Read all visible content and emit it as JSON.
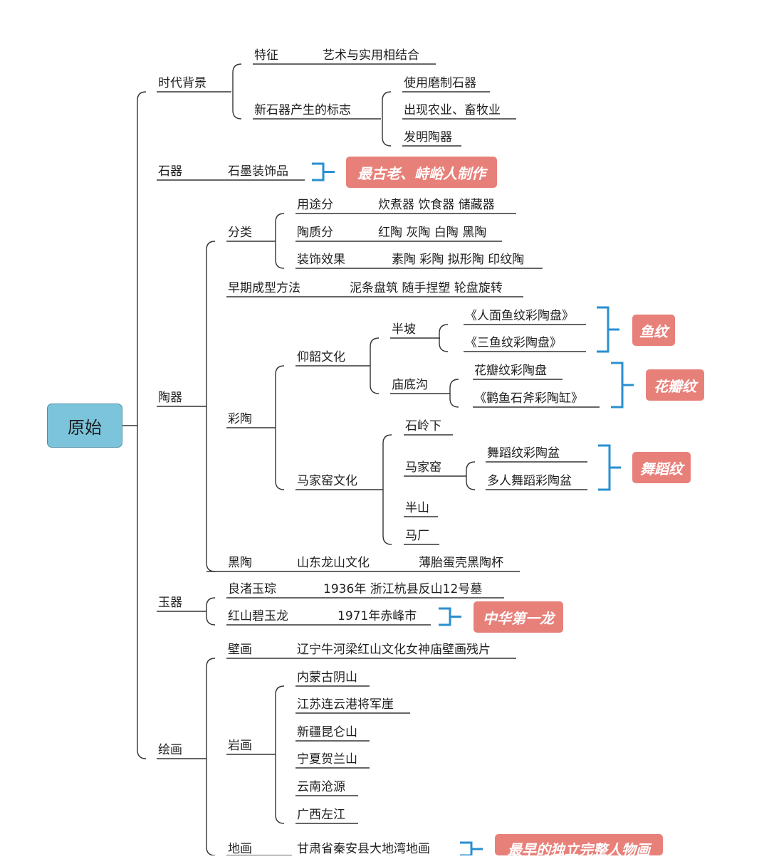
{
  "root": "原始",
  "nodes": {
    "era": "时代背景",
    "era_feature": "特征",
    "era_feature_value": "艺术与实用相结合",
    "era_neolithic": "新石器产生的标志",
    "era_n1": "使用磨制石器",
    "era_n2": "出现农业、畜牧业",
    "era_n3": "发明陶器",
    "stone": "石器",
    "stone_item": "石墨装饰品",
    "pottery": "陶器",
    "p_class": "分类",
    "p_use": "用途分",
    "p_use_v": "炊煮器 饮食器 储藏器",
    "p_material": "陶质分",
    "p_material_v": "红陶 灰陶 白陶 黑陶",
    "p_deco": "装饰效果",
    "p_deco_v": "素陶 彩陶 拟形陶 印纹陶",
    "p_early": "早期成型方法",
    "p_early_v": "泥条盘筑 随手捏塑 轮盘旋转",
    "p_painted": "彩陶",
    "yangshao": "仰韶文化",
    "banpo": "半坡",
    "banpo1": "《人面鱼纹彩陶盘》",
    "banpo2": "《三鱼纹彩陶盘》",
    "miaodigou": "庙底沟",
    "miao1": "花瓣纹彩陶盘",
    "miao2": "《鹳鱼石斧彩陶缸》",
    "majiayao_culture": "马家窑文化",
    "shilingxia": "石岭下",
    "majiayao": "马家窑",
    "mjy1": "舞蹈纹彩陶盆",
    "mjy2": "多人舞蹈彩陶盆",
    "banshan": "半山",
    "machang": "马厂",
    "p_black": "黑陶",
    "longshan": "山东龙山文化",
    "eggshell": "薄胎蛋壳黑陶杯",
    "jade": "玉器",
    "liangzhu": "良渚玉琮",
    "liangzhu_v": "1936年 浙江杭县反山12号墓",
    "hongshan": "红山碧玉龙",
    "hongshan_v": "1971年赤峰市",
    "painting": "绘画",
    "mural": "壁画",
    "mural_v": "辽宁牛河梁红山文化女神庙壁画残片",
    "rock": "岩画",
    "rock1": "内蒙古阴山",
    "rock2": "江苏连云港将军崖",
    "rock3": "新疆昆仑山",
    "rock4": "宁夏贺兰山",
    "rock5": "云南沧源",
    "rock6": "广西左江",
    "ground": "地画",
    "ground_v": "甘肃省秦安县大地湾地画"
  },
  "tags": {
    "stone_tag": "最古老、峙峪人制作",
    "fish_tag": "鱼纹",
    "petal_tag": "花瓣纹",
    "dance_tag": "舞蹈纹",
    "dragon_tag": "中华第一龙",
    "figure_tag": "最早的独立完整人物画"
  },
  "colors": {
    "root_fill": "#7cc4dc",
    "tag_fill": "#e8807a",
    "bracket": "#2a8fd0",
    "line": "#333333"
  }
}
